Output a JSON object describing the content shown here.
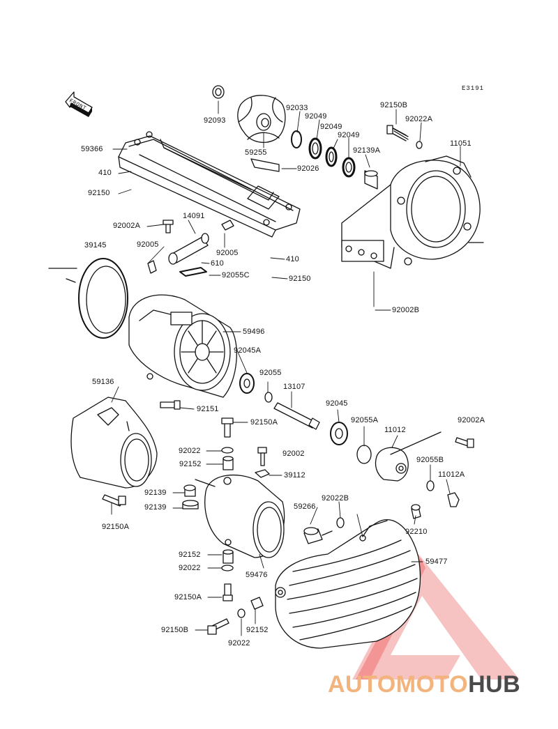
{
  "diagram": {
    "code": "E3191",
    "front_label": "FRONT",
    "labels": [
      "92093",
      "92033",
      "92049",
      "92049",
      "92150B",
      "92022A",
      "92049",
      "92139A",
      "11051",
      "59366",
      "59255",
      "92026",
      "410",
      "92150",
      "92002A",
      "14091",
      "92005",
      "92005",
      "610",
      "92055C",
      "39145",
      "410",
      "92150",
      "92002B",
      "59496",
      "92045A",
      "92055",
      "59136",
      "13107",
      "92151",
      "92045",
      "92150A",
      "92055A",
      "11012",
      "92002A",
      "92022",
      "92002",
      "92152",
      "39112",
      "92055B",
      "11012A",
      "92139",
      "92139",
      "92150A",
      "59266",
      "92022B",
      "92210",
      "59477",
      "92152",
      "92022",
      "59476",
      "92150A",
      "92150B",
      "92152",
      "92022"
    ]
  },
  "watermark": {
    "part1": "AUTOMOTO",
    "part2": "HUB",
    "color_light": "#f2b37d",
    "color_dark": "#4a4a4a",
    "triangle_color": "#f07f7f"
  }
}
